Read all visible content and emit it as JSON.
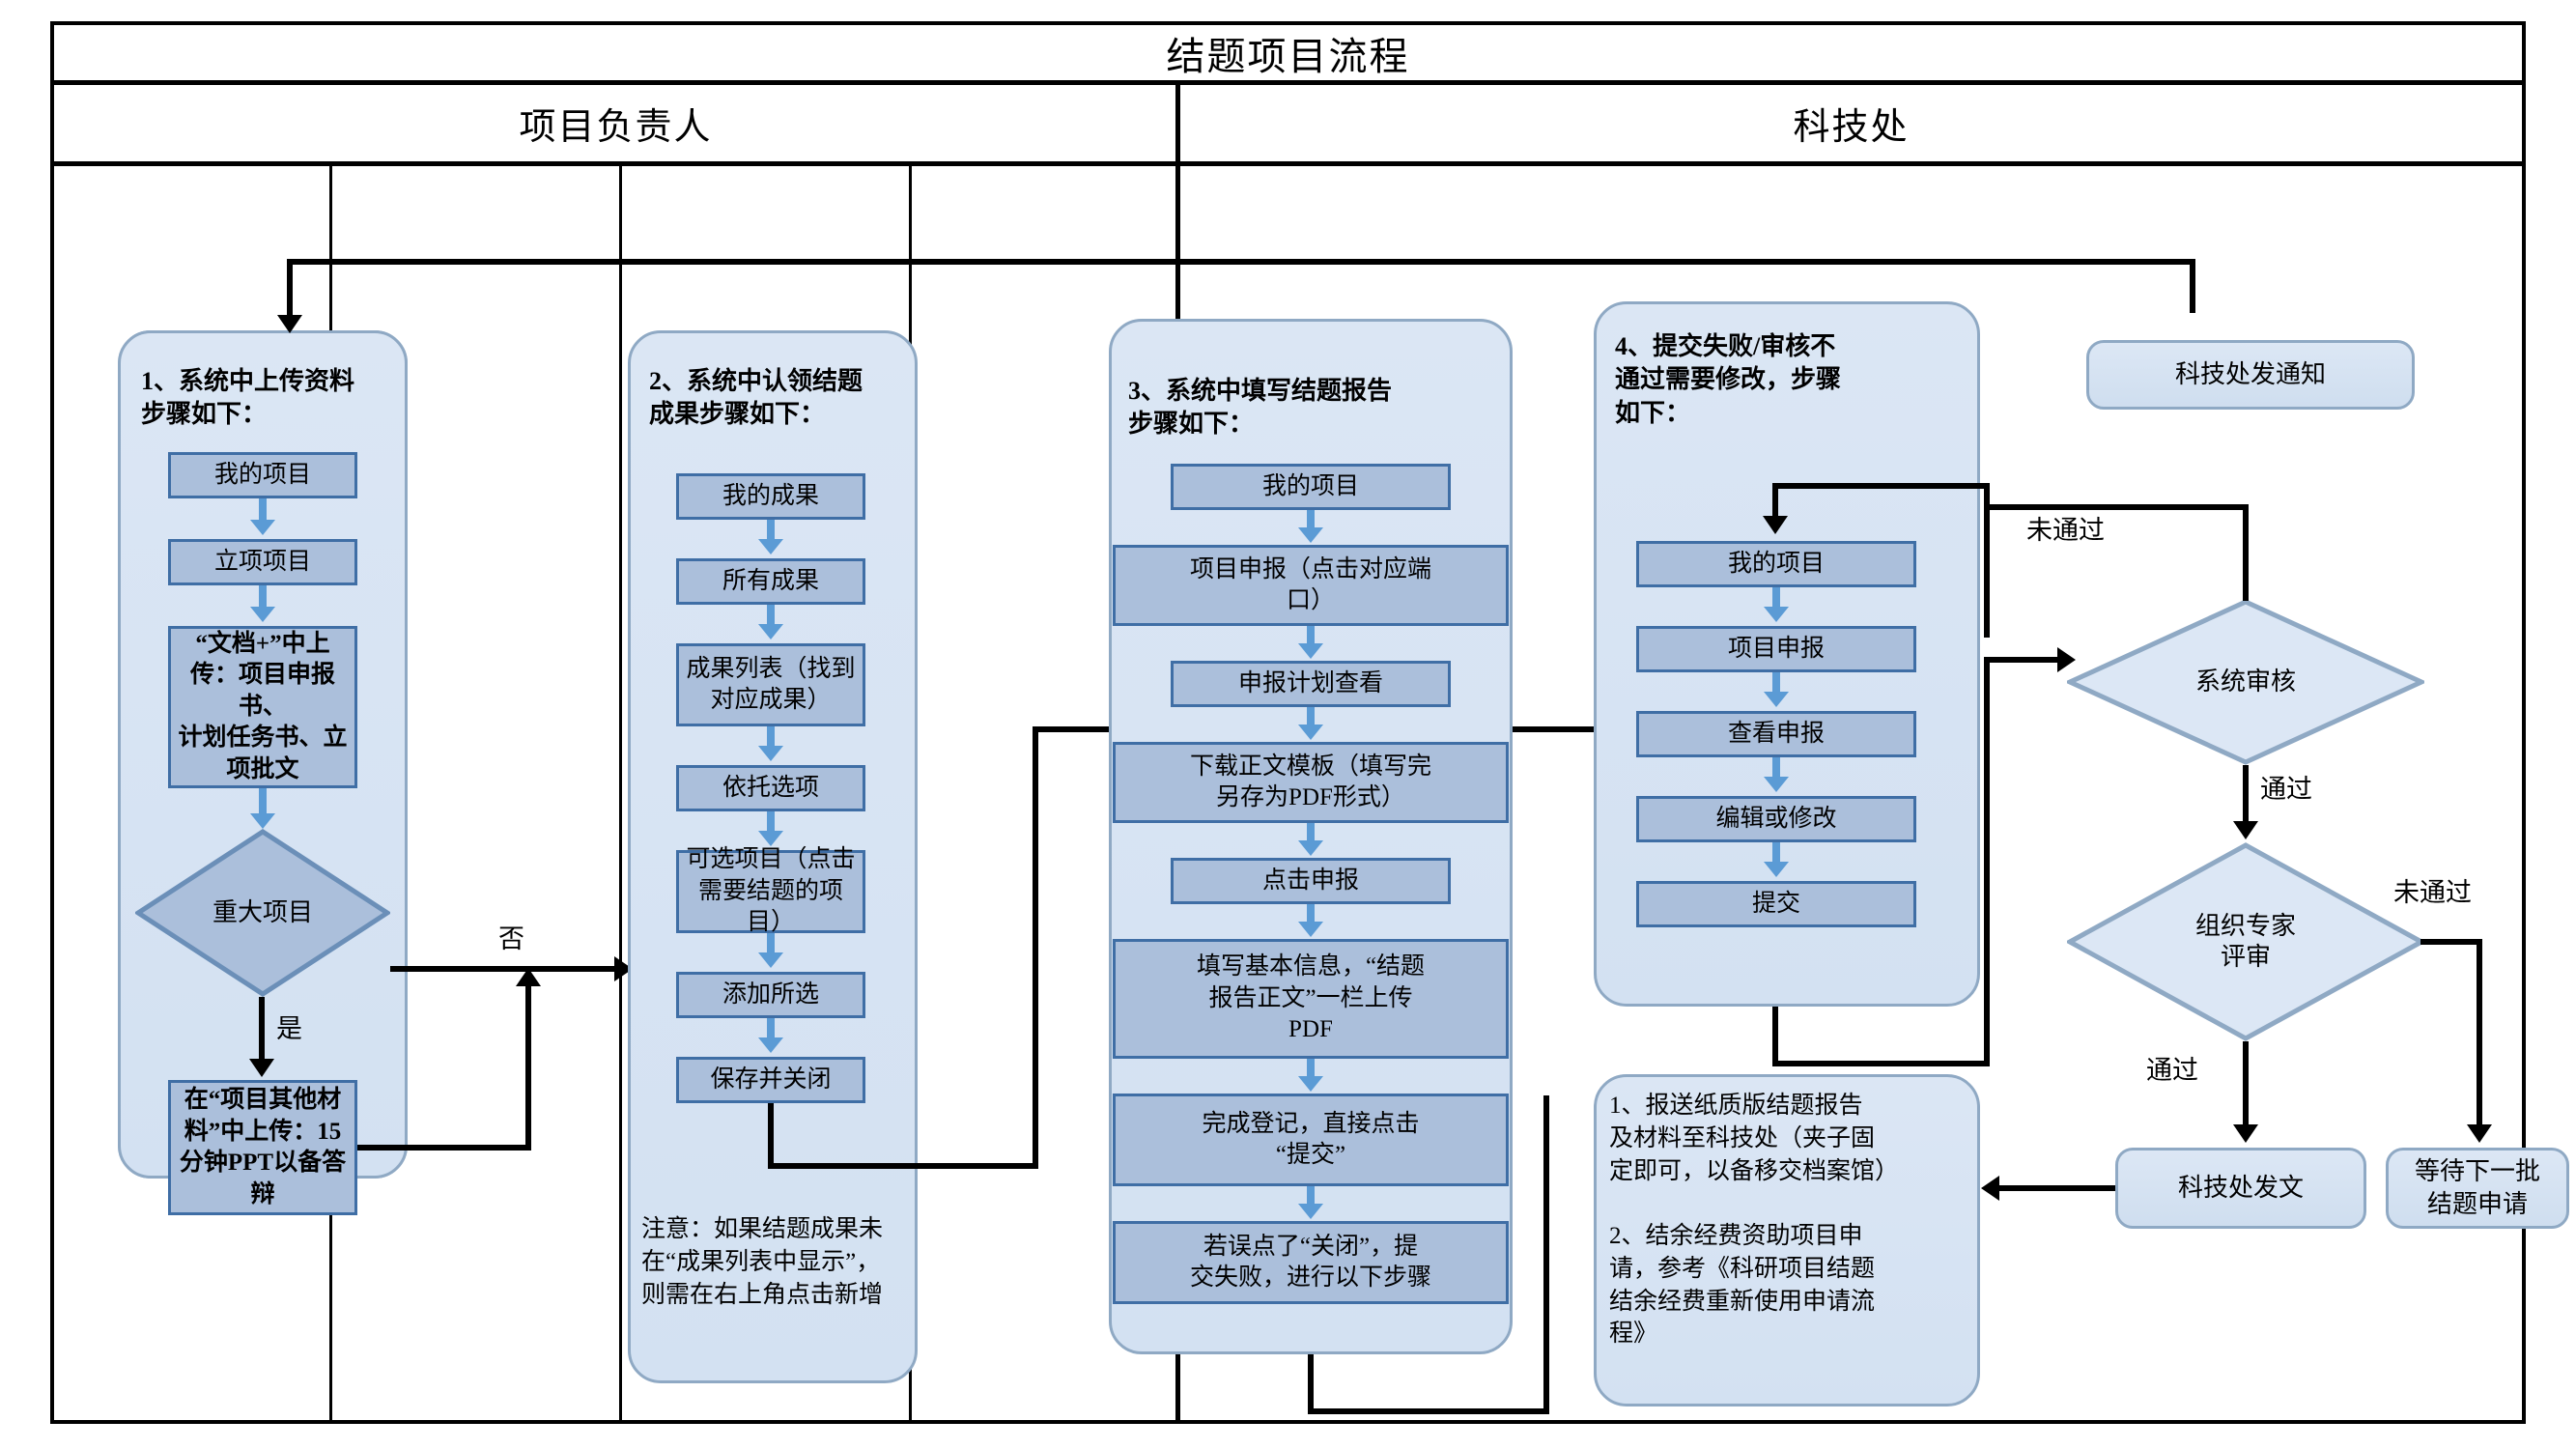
{
  "diagram": {
    "title": "结题项目流程",
    "lanes": [
      {
        "name": "项目负责人"
      },
      {
        "name": "科技处"
      }
    ]
  },
  "groups": [
    {
      "id": "g1",
      "title": "1、系统中上传资料\n步骤如下：",
      "steps": [
        {
          "label": "我的项目",
          "bold": false
        },
        {
          "label": "立项项目",
          "bold": false
        },
        {
          "label": "“文档+”中上\n传：项目申报书、\n计划任务书、立\n项批文",
          "bold": true
        },
        {
          "label": "在“项目其他材\n料”中上传：15\n分钟PPT以备答辩",
          "bold": true
        }
      ],
      "decision": {
        "label": "重大项目",
        "yes": "是",
        "no": "否"
      }
    },
    {
      "id": "g2",
      "title": "2、系统中认领结题\n成果步骤如下：",
      "steps": [
        {
          "label": "我的成果"
        },
        {
          "label": "所有成果"
        },
        {
          "label": "成果列表（找到\n对应成果）"
        },
        {
          "label": "依托选项"
        },
        {
          "label": "可选项目（点击\n需要结题的项目）"
        },
        {
          "label": "添加所选"
        },
        {
          "label": "保存并关闭"
        }
      ],
      "note": "注意：如果结题成果未\n在“成果列表中显示”，\n则需在右上角点击新增"
    },
    {
      "id": "g3",
      "title": "3、系统中填写结题报告\n步骤如下：",
      "steps": [
        {
          "label": "我的项目"
        },
        {
          "label": "项目申报（点击对应端\n口）"
        },
        {
          "label": "申报计划查看"
        },
        {
          "label": "下载正文模板（填写完\n另存为PDF形式）"
        },
        {
          "label": "点击申报"
        },
        {
          "label": "填写基本信息，“结题\n报告正文”一栏上传\nPDF"
        },
        {
          "label": "完成登记，直接点击\n“提交”"
        },
        {
          "label": "若误点了“关闭”，提\n交失败，进行以下步骤"
        }
      ]
    },
    {
      "id": "g4",
      "title": "4、提交失败/审核不\n通过需要修改，步骤\n如下：",
      "steps": [
        {
          "label": "我的项目"
        },
        {
          "label": "项目申报"
        },
        {
          "label": "查看申报"
        },
        {
          "label": "编辑或修改"
        },
        {
          "label": "提交"
        }
      ]
    },
    {
      "id": "g5",
      "note": "1、报送纸质版结题报告\n及材料至科技处（夹子固\n定即可，以备移交档案馆）\n\n2、结余经费资助项目申\n请，参考《科研项目结题\n结余经费重新使用申请流\n程》"
    }
  ],
  "right_lane": {
    "notice_box": "科技处发通知",
    "decisions": [
      {
        "label": "系统审核",
        "pass": "通过",
        "fail": "未通过"
      },
      {
        "label": "组织专家\n评审",
        "pass": "通过",
        "fail": "未通过"
      }
    ],
    "terminals": [
      {
        "label": "科技处发文"
      },
      {
        "label": "等待下一批\n结题申请"
      }
    ]
  },
  "colors": {
    "group_fill": "#dbe6f4",
    "group_border": "#8fa9c4",
    "box_fill": "#abbfdb",
    "box_border": "#3f6ea5",
    "connector": "#5b9bd5",
    "frame": "#000000"
  }
}
